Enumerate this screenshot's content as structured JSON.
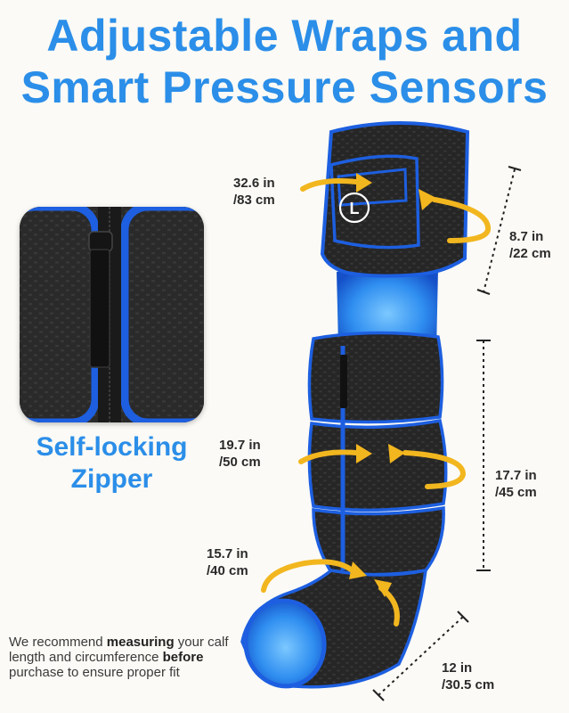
{
  "headline": {
    "line1": "Adjustable Wraps and",
    "line2": "Smart Pressure Sensors"
  },
  "zipper": {
    "line1": "Self-locking",
    "line2": "Zipper"
  },
  "measurements": {
    "thigh_circ": {
      "line1": "32.6 in",
      "line2": "/83 cm"
    },
    "thigh_len": {
      "line1": "8.7 in",
      "line2": "/22 cm"
    },
    "calf_circ": {
      "line1": "19.7 in",
      "line2": "/50 cm"
    },
    "calf_len": {
      "line1": "17.7 in",
      "line2": "/45 cm"
    },
    "ankle_circ": {
      "line1": "15.7 in",
      "line2": "/40 cm"
    },
    "foot_len": {
      "line1": "12 in",
      "line2": "/30.5 cm"
    }
  },
  "logo_letter": "L",
  "note": {
    "part1": "We recommend ",
    "bold1": "measuring",
    "part2": " your calf length and circumference ",
    "bold2": "before",
    "part3": " purchase to ensure proper fit"
  },
  "colors": {
    "brand_blue": "#2b8ee8",
    "trim_blue": "#1d5fe0",
    "arrow_yellow": "#f2b61f",
    "wrap_black": "#2c2c2c"
  }
}
